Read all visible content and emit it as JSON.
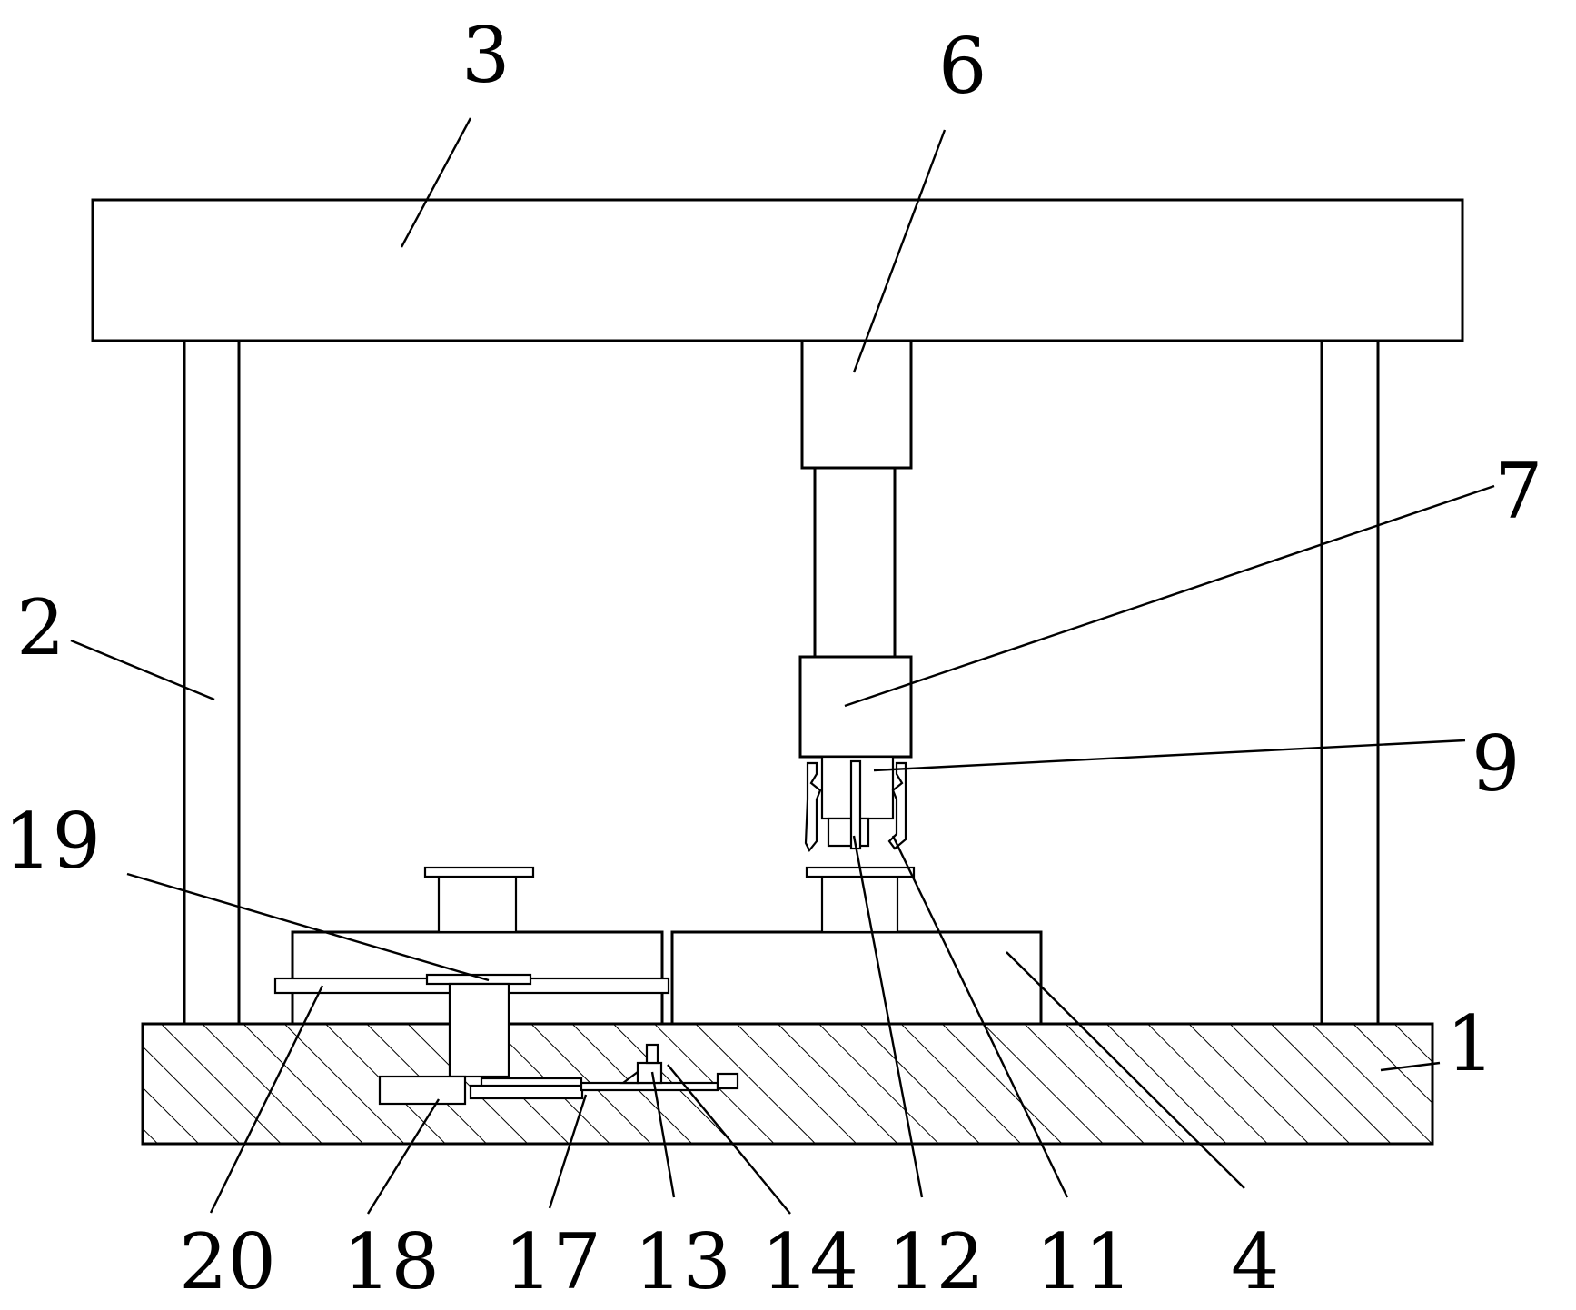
{
  "labels": {
    "l1": "1",
    "l2": "2",
    "l3": "3",
    "l4": "4",
    "l6": "6",
    "l7": "7",
    "l9": "9",
    "l11": "11",
    "l12": "12",
    "l13": "13",
    "l14": "14",
    "l17": "17",
    "l18": "18",
    "l19": "19",
    "l20": "20"
  },
  "colors": {
    "line": "#000000",
    "background": "#ffffff"
  }
}
